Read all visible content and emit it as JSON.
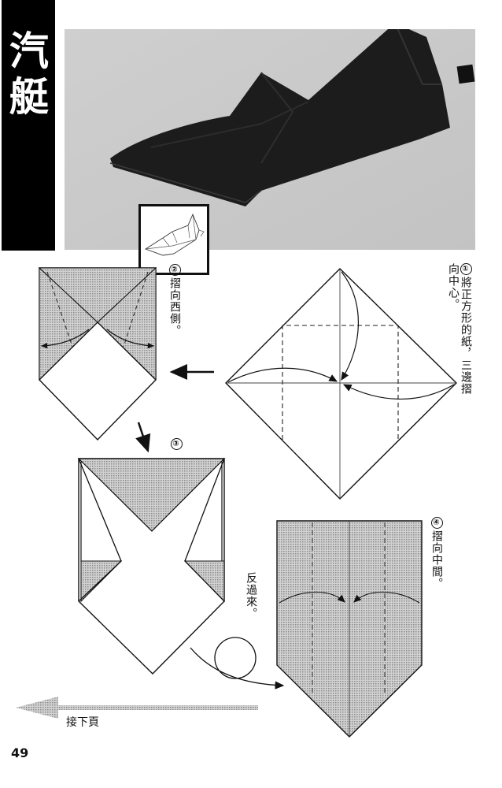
{
  "page": {
    "title": "汽艇",
    "page_number": "49",
    "next_page_label": "接下頁"
  },
  "photo": {
    "subject": "origami-motorboat-photo",
    "background_color": "#c9c9c9",
    "model_color": "#1a1a1a",
    "inset": "motorboat-line-drawing"
  },
  "steps": [
    {
      "number": "①",
      "instruction": "將正方形的紙，三邊摺向中心。"
    },
    {
      "number": "②",
      "instruction": "摺向西側。"
    },
    {
      "number": "③",
      "instruction": ""
    },
    {
      "number": "④",
      "instruction": "摺向中間。"
    }
  ],
  "annotations": {
    "turn_over": "反過來。"
  },
  "colors": {
    "shaded_paper": "#b8b8b8",
    "line": "#111111",
    "title_bar": "#000000"
  }
}
